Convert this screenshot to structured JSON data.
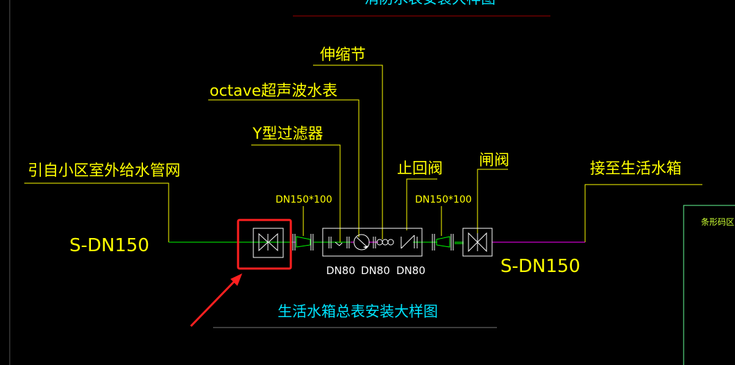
{
  "drawing": {
    "top_title": "消防水表安装大样图",
    "bottom_title": "生活水箱总表安装大样图",
    "barcode_area": "条形码区"
  },
  "labels": {
    "expansion_joint": "伸缩节",
    "ultrasonic_meter": "octave超声波水表",
    "y_filter": "Y型过滤器",
    "check_valve": "止回阀",
    "gate_valve": "闸阀",
    "source": "引自小区室外给水管网",
    "destination": "接至生活水箱",
    "pipe_in": "S-DN150",
    "pipe_out": "S-DN150",
    "reducer_1": "DN150*100",
    "reducer_2": "DN150*100",
    "dn_1": "DN80",
    "dn_2": "DN80",
    "dn_3": "DN80"
  },
  "colors": {
    "annotation": "#ffff00",
    "title": "#00e5ff",
    "supply_pipe": "#00ff00",
    "outlet_pipe": "#ff00ff",
    "highlight": "#ff2020"
  }
}
